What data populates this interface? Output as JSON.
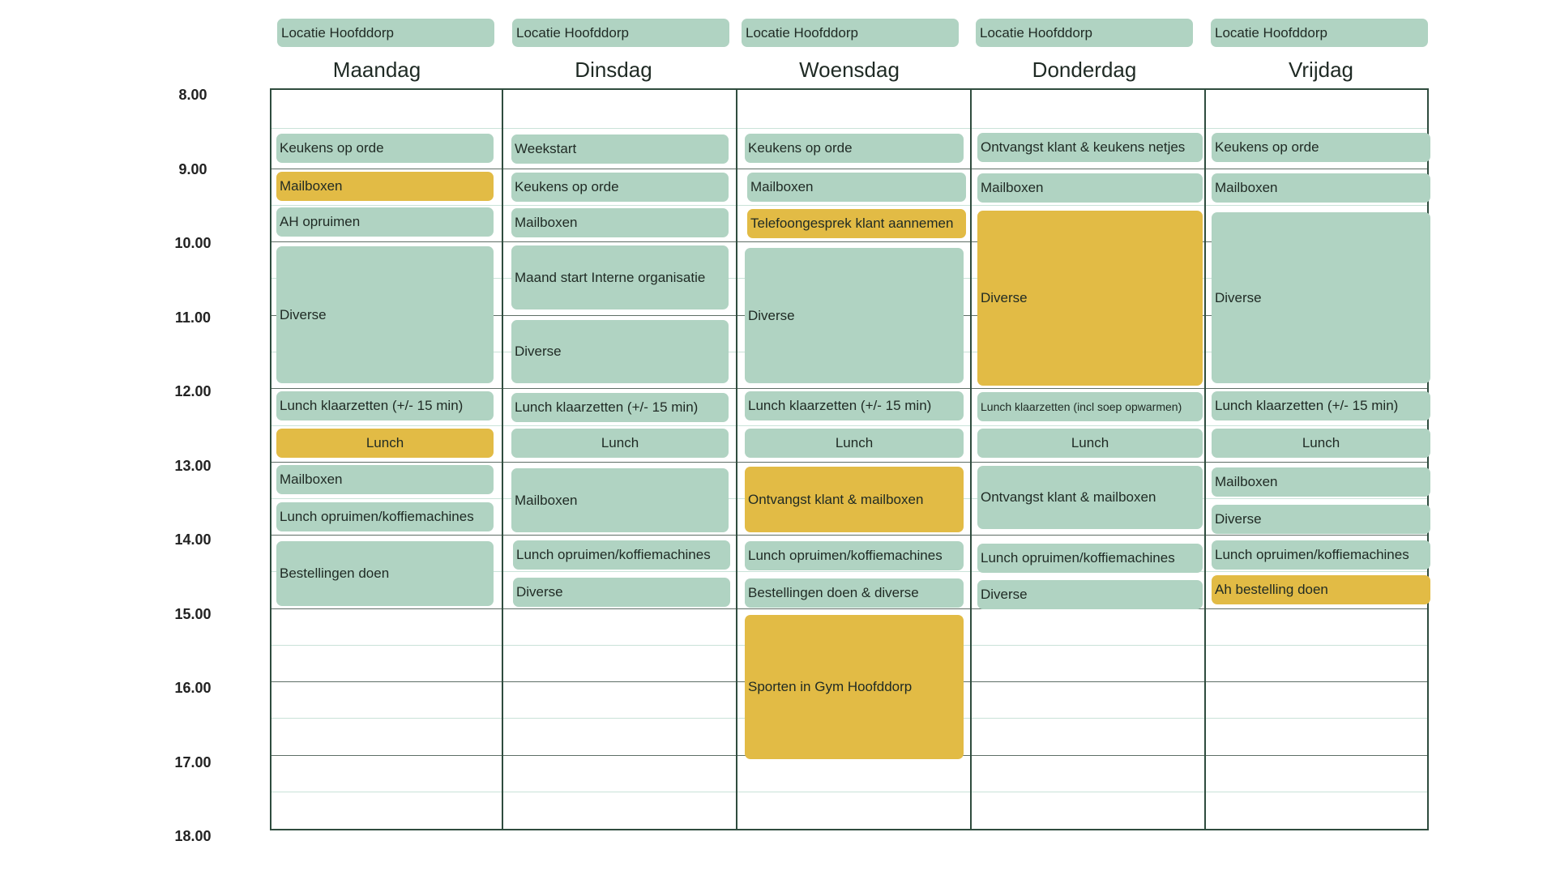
{
  "colors": {
    "green": "#b0d3c2",
    "yellow": "#e2bb45",
    "grid_border": "#2f4c3e"
  },
  "times": [
    "8.00",
    "9.00",
    "10.00",
    "11.00",
    "12.00",
    "13.00",
    "14.00",
    "15.00",
    "16.00",
    "17.00",
    "18.00"
  ],
  "days": [
    {
      "name": "Maandag",
      "location": "Locatie Hoofddorp"
    },
    {
      "name": "Dinsdag",
      "location": "Locatie Hoofddorp"
    },
    {
      "name": "Woensdag",
      "location": "Locatie Hoofddorp"
    },
    {
      "name": "Donderdag",
      "location": "Locatie Hoofddorp"
    },
    {
      "name": "Vrijdag",
      "location": "Locatie Hoofddorp"
    }
  ],
  "events": {
    "mon": [
      "Keukens op orde",
      "Mailboxen",
      "AH opruimen",
      "Diverse",
      "Lunch klaarzetten (+/- 15 min)",
      "Lunch",
      "Mailboxen",
      "Lunch opruimen/koffiemachines",
      "Bestellingen doen"
    ],
    "tue": [
      "Weekstart",
      "Keukens op orde",
      "Mailboxen",
      "Maand start Interne organisatie",
      "Diverse",
      "Lunch klaarzetten (+/- 15 min)",
      "Lunch",
      "Mailboxen",
      "Lunch opruimen/koffiemachines",
      "Diverse"
    ],
    "wed": [
      "Keukens op orde",
      "Mailboxen",
      "Telefoongesprek klant aannemen",
      "Diverse",
      "Lunch klaarzetten (+/- 15 min)",
      "Lunch",
      "Ontvangst klant & mailboxen",
      "Lunch opruimen/koffiemachines",
      "Bestellingen doen & diverse",
      "Sporten in Gym Hoofddorp"
    ],
    "thu": [
      "Ontvangst klant & keukens netjes",
      "Mailboxen",
      "Diverse",
      "Lunch klaarzetten (incl soep opwarmen)",
      "Lunch",
      "Ontvangst klant & mailboxen",
      "Lunch opruimen/koffiemachines",
      "Diverse"
    ],
    "fri": [
      "Keukens op orde",
      "Mailboxen",
      "Diverse",
      "Lunch klaarzetten (+/- 15 min)",
      "Lunch",
      "Mailboxen",
      "Diverse",
      "Lunch opruimen/koffiemachines",
      "Ah bestelling doen"
    ]
  }
}
